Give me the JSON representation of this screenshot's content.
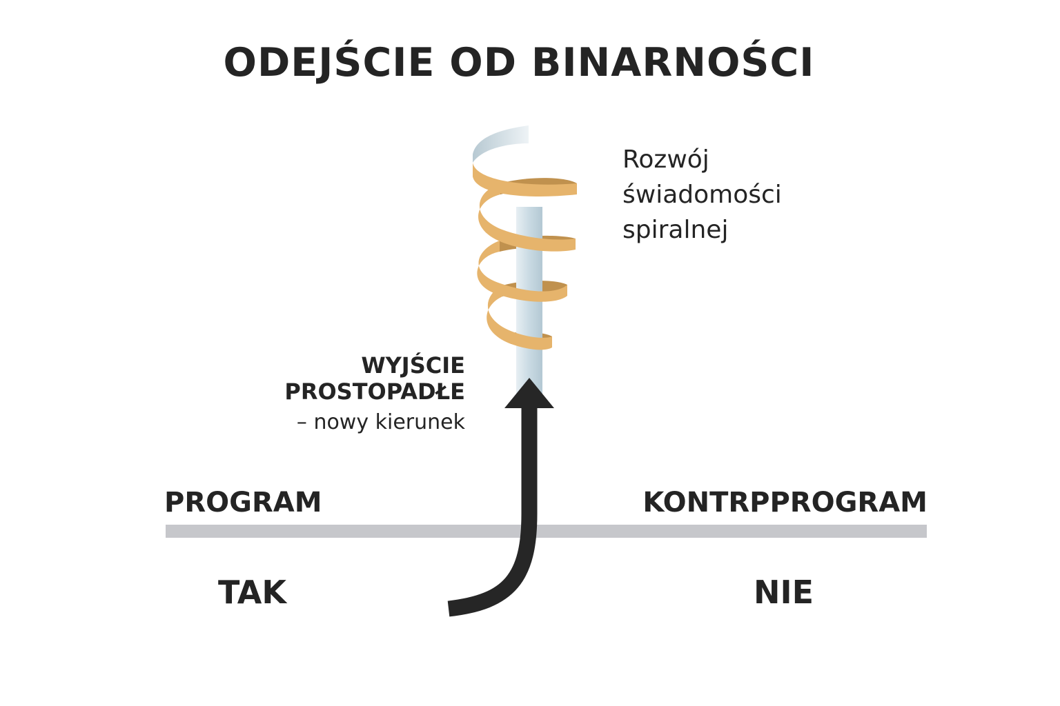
{
  "title": "ODEJŚCIE OD BINARNOŚCI",
  "spiral_caption": {
    "line1": "Rozwój",
    "line2": "świadomości",
    "line3": "spiralnej"
  },
  "exit": {
    "heading_line1": "WYJŚCIE",
    "heading_line2": "PROSTOPADŁE",
    "subtext": "– nowy kierunek"
  },
  "axis": {
    "left_label": "PROGRAM",
    "right_label": "KONTRPPROGRAM",
    "left_answer": "TAK",
    "right_answer": "NIE"
  },
  "colors": {
    "text": "#242424",
    "axis_line": "#c6c7cb",
    "arrow": "#262626",
    "pillar": "#cfdde5",
    "spiral_front": "#e6b46c",
    "spiral_back": "#c0914e"
  }
}
